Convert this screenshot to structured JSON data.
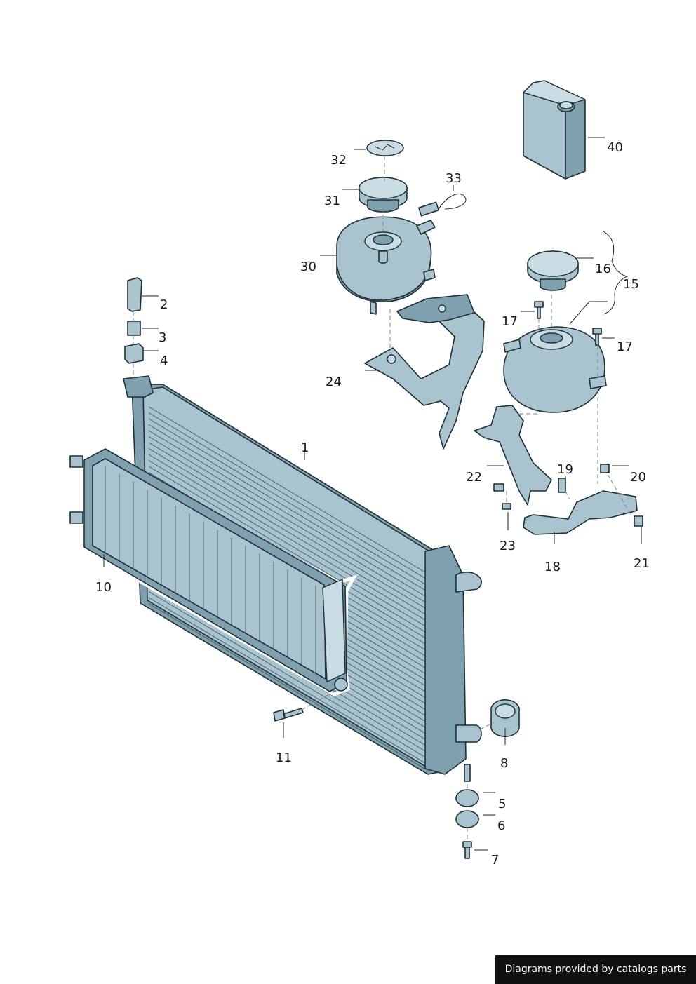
{
  "diagram": {
    "callouts": {
      "radiator": "1",
      "bolt_2": "2",
      "bush_3": "3",
      "bracket_4": "4",
      "mount_5": "5",
      "mount_6": "6",
      "screw_7": "7",
      "hose_8": "8",
      "aux_radiator": "10",
      "bolt_11": "11",
      "group_15": "15",
      "cap_16": "16",
      "screw_17_left": "17",
      "screw_17_right": "17",
      "bracket_18": "18",
      "bolt_19": "19",
      "nut_20": "20",
      "sensor_21": "21",
      "bracket_22": "22",
      "screw_23": "23",
      "bracket_24": "24",
      "tank_30": "30",
      "cap_31": "31",
      "label_32": "32",
      "cable_33": "33",
      "coolant_40": "40"
    },
    "colors": {
      "part_fill": "#a9c3cf",
      "part_dark": "#7fa0ae",
      "outline": "#1f2f36"
    }
  },
  "watermark": {
    "text": "Diagrams provided by catalogs parts"
  }
}
